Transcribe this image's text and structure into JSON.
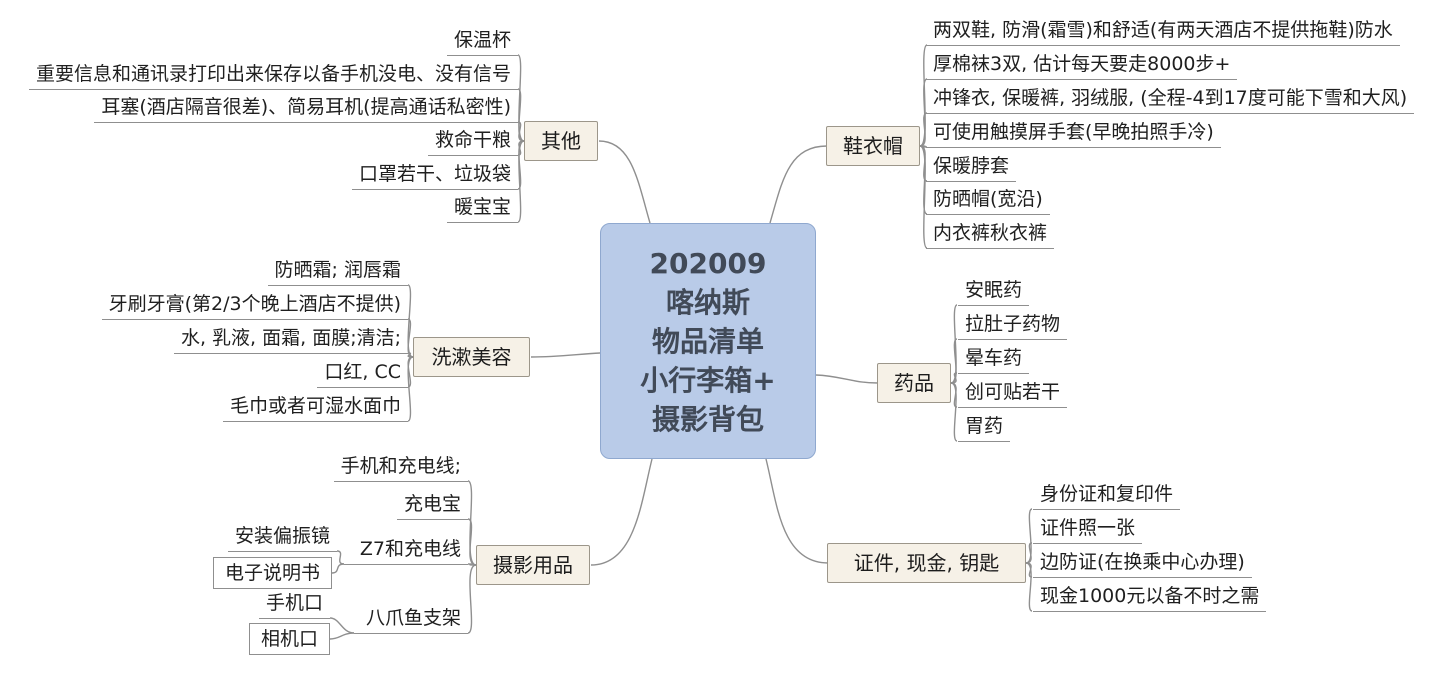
{
  "center": {
    "lines": [
      "202009",
      "喀纳斯",
      "物品清单",
      "小行李箱+",
      "摄影背包"
    ]
  },
  "colors": {
    "background": "#ffffff",
    "center_bg": "#b9cbe8",
    "center_text": "#414a58",
    "branch_bg": "#f6f1e7",
    "branch_border": "#9c968a",
    "edge": "#8f8f8f",
    "text": "#1f1f1f"
  },
  "branches": [
    {
      "label": "其他",
      "children": [
        {
          "label": "保温杯"
        },
        {
          "label": "重要信息和通讯录打印出来保存以备手机没电、没有信号"
        },
        {
          "label": "耳塞(酒店隔音很差)、简易耳机(提高通话私密性)"
        },
        {
          "label": "救命干粮"
        },
        {
          "label": "口罩若干、垃圾袋"
        },
        {
          "label": "暖宝宝"
        }
      ]
    },
    {
      "label": "鞋衣帽",
      "children": [
        {
          "label": "两双鞋, 防滑(霜雪)和舒适(有两天酒店不提供拖鞋)防水"
        },
        {
          "label": "厚棉袜3双, 估计每天要走8000步+"
        },
        {
          "label": "冲锋衣, 保暖裤, 羽绒服, (全程-4到17度可能下雪和大风)"
        },
        {
          "label": "可使用触摸屏手套(早晚拍照手冷)"
        },
        {
          "label": "保暖脖套"
        },
        {
          "label": "防晒帽(宽沿)"
        },
        {
          "label": "内衣裤秋衣裤"
        }
      ]
    },
    {
      "label": "洗漱美容",
      "children": [
        {
          "label": "防晒霜; 润唇霜"
        },
        {
          "label": "牙刷牙膏(第2/3个晚上酒店不提供)"
        },
        {
          "label": "水, 乳液, 面霜, 面膜;清洁;"
        },
        {
          "label": "口红, CC"
        },
        {
          "label": "毛巾或者可湿水面巾"
        }
      ]
    },
    {
      "label": "药品",
      "children": [
        {
          "label": "安眠药"
        },
        {
          "label": "拉肚子药物"
        },
        {
          "label": "晕车药"
        },
        {
          "label": "创可贴若干"
        },
        {
          "label": "胃药"
        }
      ]
    },
    {
      "label": "摄影用品",
      "children": [
        {
          "label": "手机和充电线;"
        },
        {
          "label": "充电宝"
        },
        {
          "label": "Z7和充电线",
          "children": [
            {
              "label": "安装偏振镜"
            },
            {
              "label": "电子说明书",
              "boxed": true
            }
          ]
        },
        {
          "label": "八爪鱼支架",
          "children": [
            {
              "label": "手机口"
            },
            {
              "label": "相机口",
              "boxed": true
            }
          ]
        }
      ]
    },
    {
      "label": "证件, 现金, 钥匙",
      "children": [
        {
          "label": "身份证和复印件"
        },
        {
          "label": "证件照一张"
        },
        {
          "label": "边防证(在换乘中心办理)"
        },
        {
          "label": "现金1000元以备不时之需"
        }
      ]
    }
  ]
}
